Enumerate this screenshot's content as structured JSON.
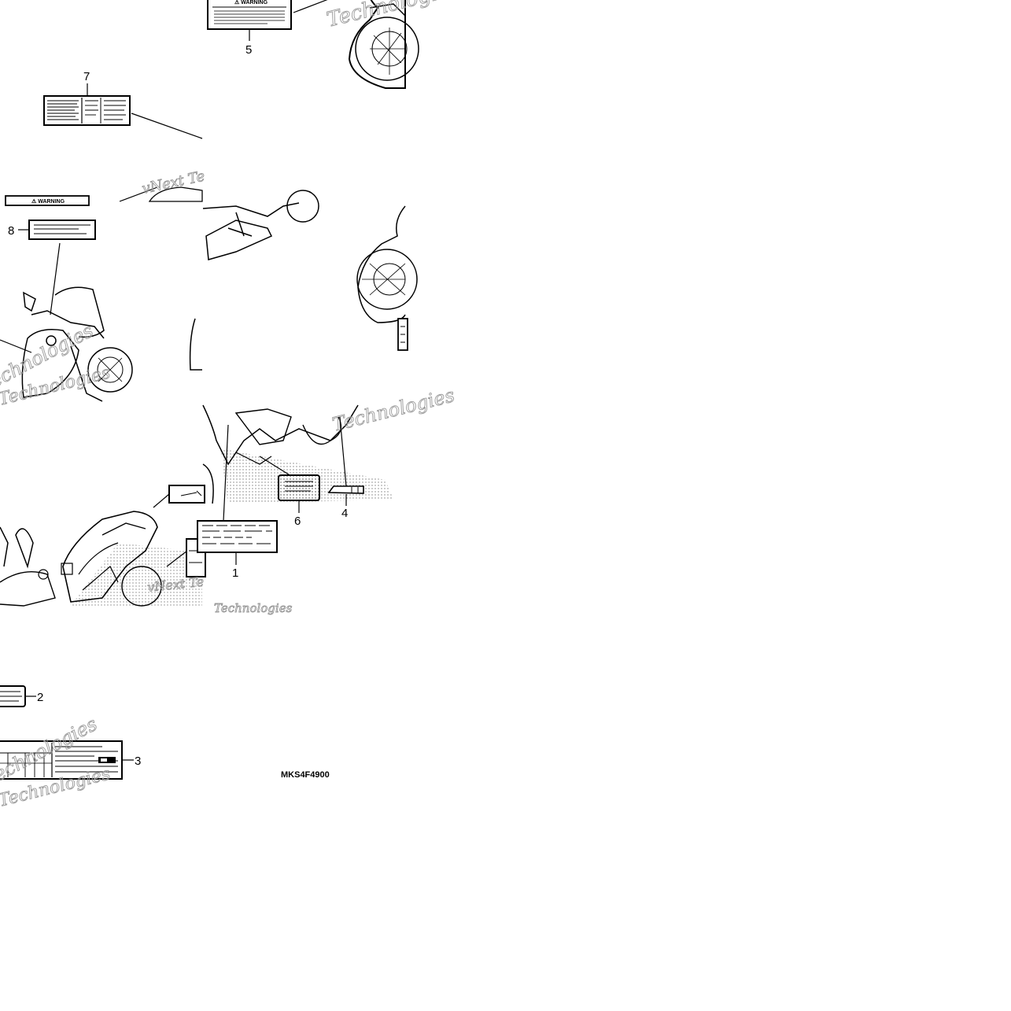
{
  "diagram": {
    "drawing_code": "MKS4F4900",
    "callouts": [
      "1",
      "2",
      "3",
      "4",
      "5",
      "6",
      "7",
      "8"
    ],
    "warning_label_text": "⚠ WARNING",
    "watermark_text": "Technologies",
    "watermark_text_alt": "vNext Te"
  }
}
